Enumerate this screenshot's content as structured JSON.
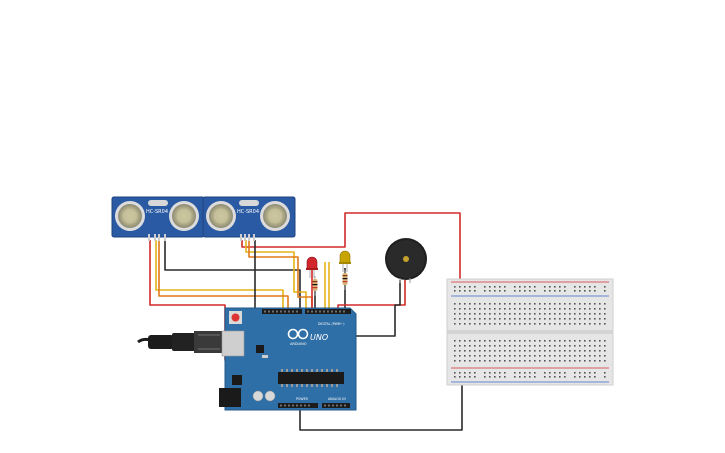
{
  "sensors": [
    {
      "label": "HC-SR04"
    },
    {
      "label": "HC-SR04"
    }
  ],
  "arduino": {
    "brand": "ARDUINO",
    "model": "UNO",
    "digital_label": "DIGITAL (PWM~)",
    "power_label": "POWER",
    "analog_label": "ANALOG IN"
  },
  "colors": {
    "board": "#2f6fa7",
    "sensor_board": "#2a5aa3",
    "wire_red": "#d22a2a",
    "wire_black": "#2a2a2a",
    "wire_yellow": "#e4b318",
    "wire_orange": "#e07b1a",
    "led_red": "#d0262c",
    "led_yellow": "#c8a400",
    "buzzer": "#222222",
    "breadboard": "#e6e6e6"
  },
  "components": {
    "leds": [
      "red-led",
      "yellow-led"
    ],
    "buzzer": "piezo-buzzer",
    "breadboard": "half-breadboard"
  }
}
